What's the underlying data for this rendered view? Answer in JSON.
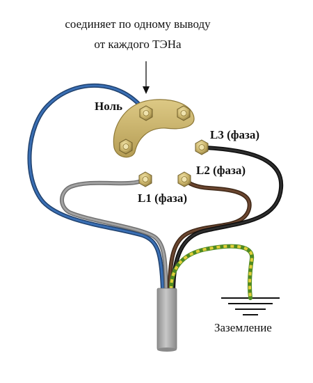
{
  "annotation": {
    "line1": "соединяет по одному выводу",
    "line2": "от каждого ТЭНа"
  },
  "labels": {
    "neutral": "Ноль",
    "l1": "L1 (фаза)",
    "l2": "L2 (фаза)",
    "l3": "L3 (фаза)",
    "ground": "Заземление"
  },
  "colors": {
    "blue_wire": "#2f5f9e",
    "gray_wire": "#8a8a8a",
    "brown_wire": "#5a3a25",
    "black_wire": "#1c1c1c",
    "ground_green": "#6aa634",
    "ground_yellow": "#e2cf3a",
    "bridge": "#cdb870",
    "cable_sheath": "#a8a8a8"
  }
}
